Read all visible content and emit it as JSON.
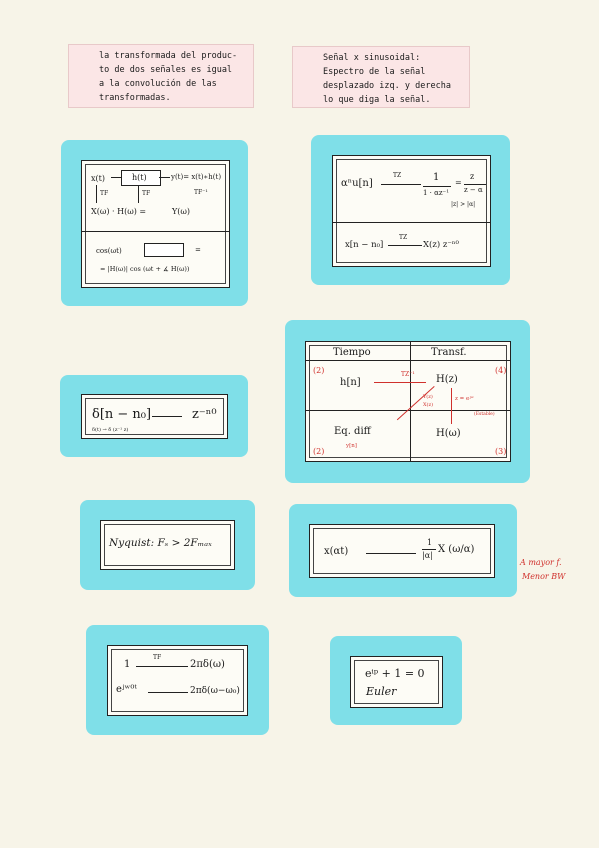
{
  "notes": {
    "left": [
      "la transformada del produc-",
      "to de dos señales es igual",
      "a la convolución de las",
      "transformadas."
    ],
    "right": [
      "Señal x sinusoidal:",
      "Espectro de la señal",
      "desplazado izq. y derecha",
      "lo que diga la señal."
    ]
  },
  "lti": {
    "x": "x(t)",
    "h": "h(t)",
    "y": "y(t)= x(t)∗h(t)",
    "tf": "TF",
    "tfinv": "TF⁻¹",
    "freq": "X(ω) · H(ω) =",
    "Y": "Y(ω)",
    "cos_in": "cos(ωt)",
    "eq": "=",
    "cos_out": "= |H(ω)| cos (ωt + ∡ H(ω))"
  },
  "z1": {
    "lhs": "αⁿu[n]",
    "arrow": "TZ",
    "num": "1",
    "den": "1 · αz⁻¹",
    "eq": "=",
    "fnum": "z",
    "fden": "z − α",
    "roc": "|z| > |α|",
    "shift_lhs": "x[n − n₀]",
    "shift_arrow": "TZ",
    "shift_rhs": "X(z) z⁻ⁿ⁰"
  },
  "delta": {
    "lhs": "δ[n − n₀]",
    "rhs": "z⁻ⁿ⁰",
    "small": "δ(t) → δ (z⁻¹ z)"
  },
  "grid": {
    "tiempo": "Tiempo",
    "transf": "Transf.",
    "hn": "h[n]",
    "Hz": "H(z)",
    "eq": "Eq. diff",
    "Hw": "H(ω)",
    "n2": "(2)",
    "n4": "(4)",
    "n1": "(2)",
    "n3": "(3)",
    "tz_inv": "TZ⁻¹",
    "yx": "Y(z)",
    "xz": "X(z)",
    "ejw": "z = eʲʷ",
    "estable": "(Estable)",
    "yxn": "y[n]"
  },
  "nyquist": {
    "text": "Nyquist: Fₛ > 2Fₘₐₓ"
  },
  "scale": {
    "lhs": "x(αt)",
    "one": "1",
    "abs": "|α|",
    "rhs": "X (ω/α)",
    "note1": "A mayor f.",
    "note2": "Menor BW"
  },
  "ft": {
    "l1": "1",
    "r1": "2πδ(ω)",
    "t1": "TF",
    "l2": "eʲʷ⁰ᵗ",
    "r2": "2πδ(ω−ω₀)"
  },
  "euler": {
    "eq": "eⁱᵖ + 1 = 0",
    "name": "Euler"
  }
}
